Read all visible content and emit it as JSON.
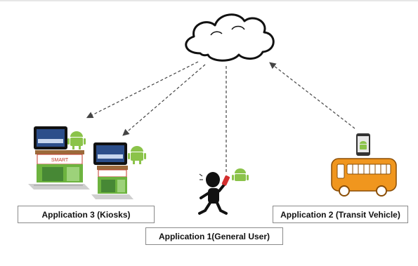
{
  "labels": {
    "app3": "Application 3 (Kiosks)",
    "app1": "Application 1(General User)",
    "app2": "Application 2 (Transit Vehicle)"
  },
  "kiosk_sign_text": "SMART",
  "icons": [
    "cloud-icon",
    "tablet-icon",
    "android-icon",
    "kiosk-icon",
    "person-icon",
    "phone-icon",
    "bus-icon"
  ],
  "colors": {
    "android_green": "#8bc34a",
    "bus_orange": "#f0961e",
    "kiosk_green": "#6db33f",
    "phone_red": "#d32f2f",
    "arrow": "#444444"
  }
}
